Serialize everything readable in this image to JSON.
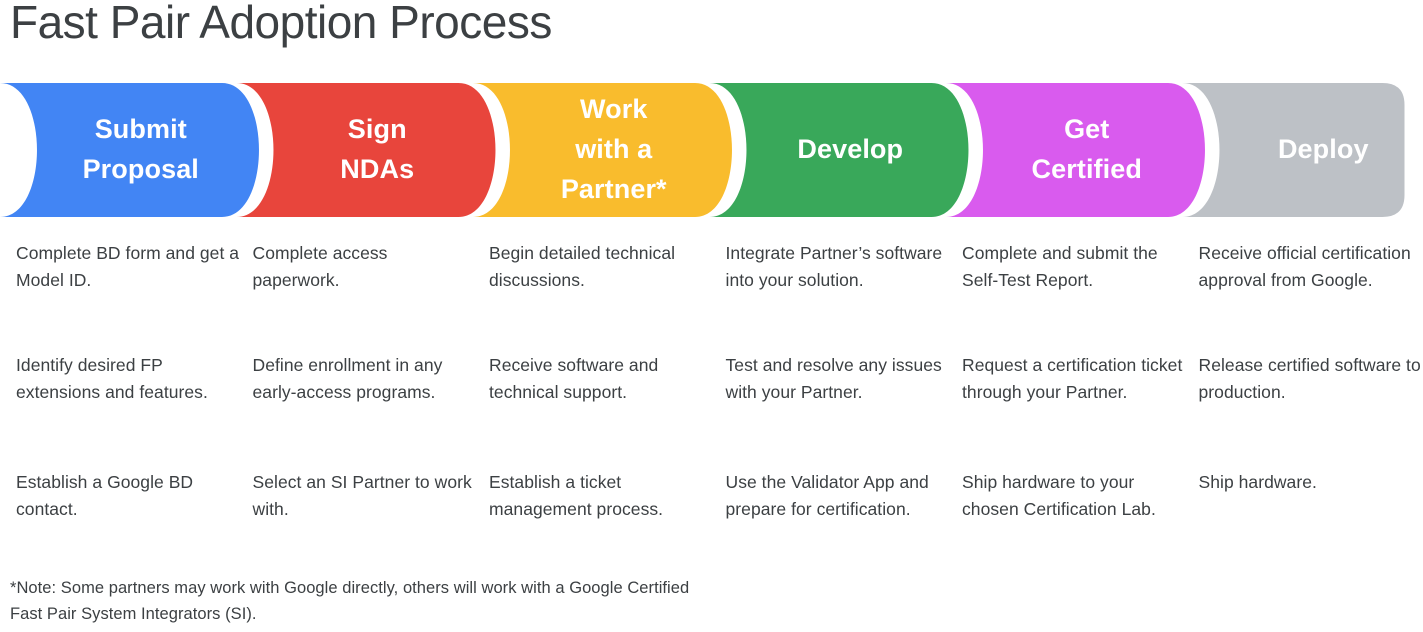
{
  "title": "Fast Pair Adoption Process",
  "colors": {
    "blue": "#4285f4",
    "red": "#e8453c",
    "yellow": "#f9bc2d",
    "green": "#39a85a",
    "magenta": "#d95bee",
    "gray": "#bdc1c6",
    "text": "#3c4043",
    "label_text": "#ffffff",
    "background": "#ffffff"
  },
  "stages": [
    {
      "label": "Submit\nProposal",
      "color_name": "blue",
      "color": "#4285f4",
      "bullets": [
        "Complete BD form and get a Model ID.",
        "Identify desired FP extensions and features.",
        "Establish a Google BD contact."
      ]
    },
    {
      "label": "Sign\nNDAs",
      "color_name": "red",
      "color": "#e8453c",
      "bullets": [
        "Complete access paperwork.",
        "Define enrollment in any early-access programs.",
        "Select an SI Partner to work with."
      ]
    },
    {
      "label": "Work\nwith a\nPartner*",
      "color_name": "yellow",
      "color": "#f9bc2d",
      "bullets": [
        "Begin detailed technical discussions.",
        "Receive software and technical support.",
        "Establish a ticket management process."
      ]
    },
    {
      "label": "Develop",
      "color_name": "green",
      "color": "#39a85a",
      "bullets": [
        "Integrate Partner’s software into your solution.",
        "Test and resolve any issues with your Partner.",
        "Use the Validator App and prepare for certification."
      ]
    },
    {
      "label": "Get\nCertified",
      "color_name": "magenta",
      "color": "#d95bee",
      "bullets": [
        "Complete and submit the Self-Test Report.",
        "Request a certification ticket through your Partner.",
        "Ship hardware to your chosen Certification Lab."
      ]
    },
    {
      "label": "Deploy",
      "color_name": "gray",
      "color": "#bdc1c6",
      "bullets": [
        "Receive official certification approval from Google.",
        "Release certified software to production.",
        "Ship hardware."
      ]
    }
  ],
  "footnote": "*Note: Some partners may work with Google directly, others will work with a Google Certified Fast Pair System Integrators (SI)."
}
